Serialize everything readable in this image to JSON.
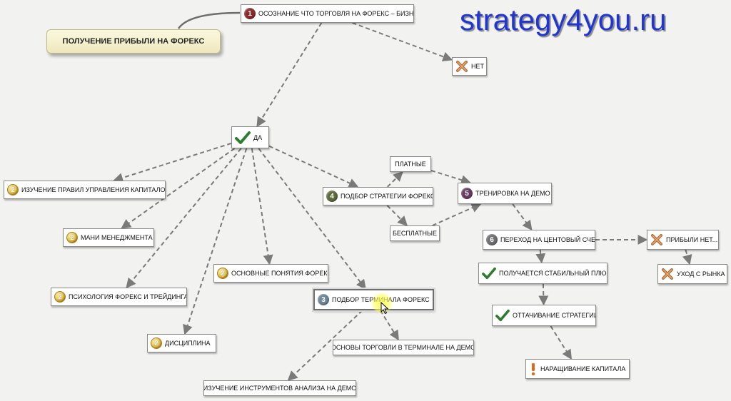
{
  "brand": {
    "text": "strategy4you.ru",
    "color": "#1f35d6"
  },
  "central_topic": {
    "label": "ПОЛУЧЕНИЕ ПРИБЫЛИ НА ФОРЕКС"
  },
  "colors": {
    "connector": "#7a7a7a",
    "check": "#2e7d2e",
    "cross": "#b06a35",
    "cursor_highlight": "#ffff50"
  },
  "nodes": {
    "awareness": {
      "label": "ОСОЗНАНИЕ ЧТО ТОРГОВЛЯ НА ФОРЕКС – БИЗНЕС!",
      "icon": "priority-1-icon",
      "num": "1"
    },
    "no": {
      "label": "НЕТ",
      "icon": "cross-icon"
    },
    "yes": {
      "label": "ДА",
      "icon": "checkmark-icon"
    },
    "capital_rules": {
      "label": "ИЗУЧЕНИЕ ПРАВИЛ УПРАВЛЕНИЯ КАПИТАЛОМ",
      "icon": "priority-2-icon",
      "num": "2"
    },
    "money_management": {
      "label": "МАНИ МЕНЕДЖМЕНТА",
      "icon": "priority-2-icon",
      "num": "2"
    },
    "psychology": {
      "label": "ПСИХОЛОГИЯ ФОРЕКС И ТРЕЙДИНГА",
      "icon": "priority-2-icon",
      "num": "2"
    },
    "discipline": {
      "label": "ДИСЦИПЛИНА",
      "icon": "priority-2-icon",
      "num": "2"
    },
    "basics": {
      "label": "ОСНОВНЫЕ ПОНЯТИЯ ФОРЕКС",
      "icon": "priority-2-icon",
      "num": "2"
    },
    "terminal": {
      "label": "ПОДБОР ТЕРМИНАЛА ФОРЕКС",
      "icon": "priority-3-icon",
      "num": "3"
    },
    "strategy": {
      "label": "ПОДБОР СТРАТЕГИИ ФОРЕКС",
      "icon": "priority-4-icon",
      "num": "4"
    },
    "paid": {
      "label": "ПЛАТНЫЕ"
    },
    "free": {
      "label": "БЕСПЛАТНЫЕ"
    },
    "demo_training": {
      "label": "ТРЕНИРОВКА НА ДЕМО",
      "icon": "priority-5-icon",
      "num": "5"
    },
    "cent_account": {
      "label": "ПЕРЕХОД НА ЦЕНТОВЫЙ СЧЕТ",
      "icon": "priority-6-icon",
      "num": "6"
    },
    "no_profit": {
      "label": "ПРИБЫЛИ НЕТ...",
      "icon": "cross-icon"
    },
    "leave_market": {
      "label": "УХОД С РЫНКА",
      "icon": "cross-icon"
    },
    "stable_plus": {
      "label": "ПОЛУЧАЕТСЯ СТАБИЛЬНЫЙ ПЛЮС",
      "icon": "checkmark-icon"
    },
    "polish_strategy": {
      "label": "ОТТАЧИВАНИЕ СТРАТЕГИИ",
      "icon": "checkmark-icon"
    },
    "grow_capital": {
      "label": "НАРАЩИВАНИЕ КАПИТАЛА",
      "icon": "exclamation-icon"
    },
    "terminal_demo": {
      "label": "ОСНОВЫ ТОРГОВЛИ В ТЕРМИНАЛЕ НА ДЕМО"
    },
    "analysis_tools": {
      "label": "ИЗУЧЕНИЕ ИНСТРУМЕНТОВ АНАЛИЗА НА ДЕМО"
    }
  },
  "edges": [
    [
      "awareness",
      "no"
    ],
    [
      "awareness",
      "yes"
    ],
    [
      "yes",
      "capital_rules"
    ],
    [
      "yes",
      "money_management"
    ],
    [
      "yes",
      "psychology"
    ],
    [
      "yes",
      "discipline"
    ],
    [
      "yes",
      "basics"
    ],
    [
      "yes",
      "terminal"
    ],
    [
      "yes",
      "strategy"
    ],
    [
      "strategy",
      "paid"
    ],
    [
      "strategy",
      "free"
    ],
    [
      "paid",
      "demo_training"
    ],
    [
      "free",
      "demo_training"
    ],
    [
      "demo_training",
      "cent_account"
    ],
    [
      "cent_account",
      "no_profit"
    ],
    [
      "no_profit",
      "leave_market"
    ],
    [
      "cent_account",
      "stable_plus"
    ],
    [
      "stable_plus",
      "polish_strategy"
    ],
    [
      "polish_strategy",
      "grow_capital"
    ],
    [
      "terminal",
      "terminal_demo"
    ],
    [
      "terminal",
      "analysis_tools"
    ]
  ]
}
